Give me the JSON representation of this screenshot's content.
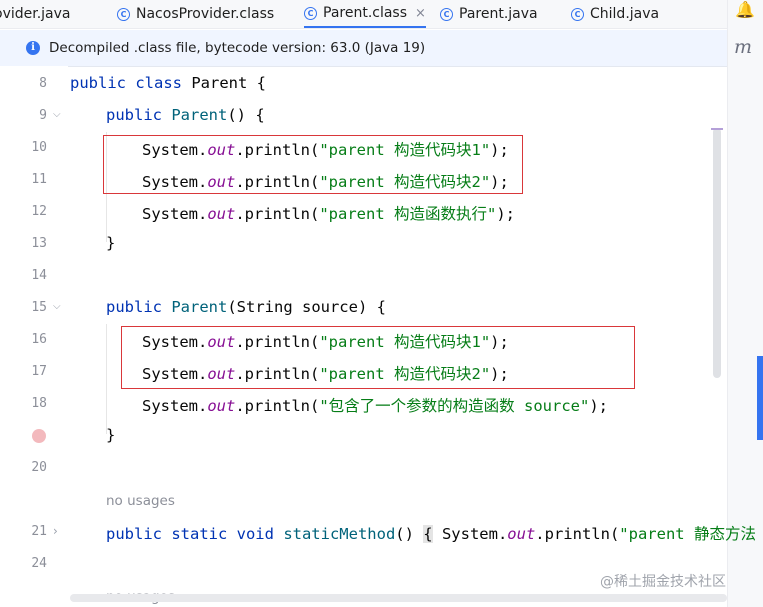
{
  "tabs": [
    {
      "label": "ovider.java",
      "icon": "",
      "active": false
    },
    {
      "label": "NacosProvider.class",
      "icon": "class-icon",
      "active": false
    },
    {
      "label": "Parent.class",
      "icon": "class-icon",
      "active": true
    },
    {
      "label": "Parent.java",
      "icon": "class-icon",
      "active": false
    },
    {
      "label": "Child.java",
      "icon": "class-icon",
      "active": false
    }
  ],
  "active_tab_close": "×",
  "right_strip": {
    "bell": "🔔",
    "letter": "m"
  },
  "banner": {
    "icon": "i",
    "text": "Decompiled .class file, bytecode version: 63.0 (Java 19)"
  },
  "line_numbers": [
    "8",
    "9",
    "10",
    "11",
    "12",
    "13",
    "14",
    "15",
    "16",
    "17",
    "18",
    "20",
    "21",
    "24"
  ],
  "code": {
    "l8_kw": "public class ",
    "l8_name": "Parent",
    "l8_rest": " {",
    "l9_kw": "public ",
    "l9_fn": "Parent",
    "l9_rest": "() {",
    "sys": "System.",
    "out": "out",
    "println": ".println(",
    "s1": "\"parent 构造代码块1\"",
    "s2": "\"parent 构造代码块2\"",
    "s3": "\"parent 构造函数执行\"",
    "end": ");",
    "close": "}",
    "l15_kw": "public ",
    "l15_fn": "Parent",
    "l15_rest": "(String source) {",
    "s4": "\"包含了一个参数的构造函数 source\"",
    "l21_kw": "public static void ",
    "l21_fn": "staticMethod",
    "l21_paren": "() ",
    "l21_brace": "{",
    "l21_body": " System.",
    "l21_s": "\"parent 静态方法"
  },
  "usages": "no usages",
  "watermark": "@稀土掘金技术社区"
}
